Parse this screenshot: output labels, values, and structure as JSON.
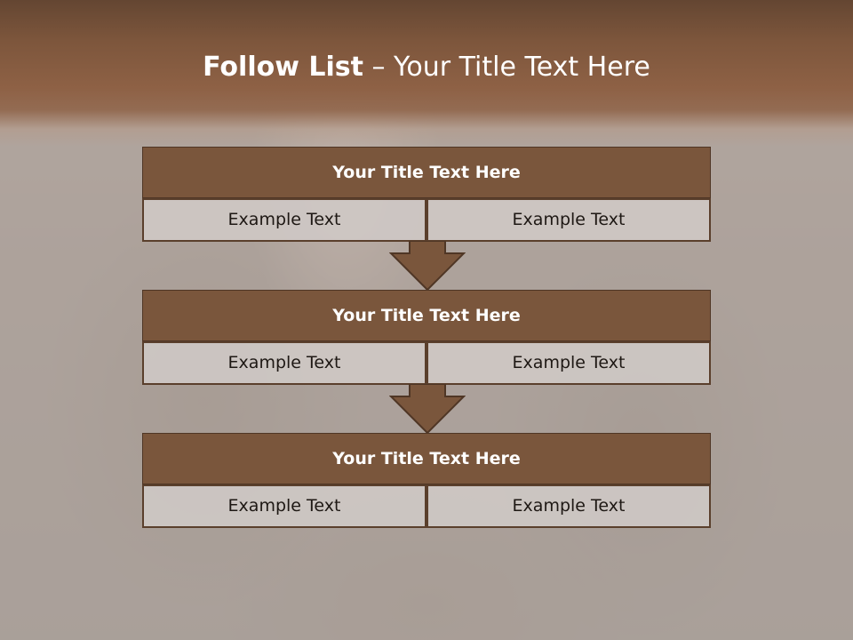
{
  "title": {
    "bold": "Follow List",
    "rest": " – Your Title Text Here"
  },
  "colors": {
    "header_brown": "#7d563c",
    "block_title": "#7a563c",
    "cell_fill": "#cec8c4",
    "border": "#5a3f2c",
    "title_text": "#ffffff"
  },
  "blocks": [
    {
      "title": "Your Title Text Here",
      "cells": [
        "Example Text",
        "Example Text"
      ]
    },
    {
      "title": "Your Title Text Here",
      "cells": [
        "Example Text",
        "Example Text"
      ]
    },
    {
      "title": "Your Title Text Here",
      "cells": [
        "Example Text",
        "Example Text"
      ]
    }
  ],
  "arrows": [
    "down-arrow",
    "down-arrow"
  ]
}
